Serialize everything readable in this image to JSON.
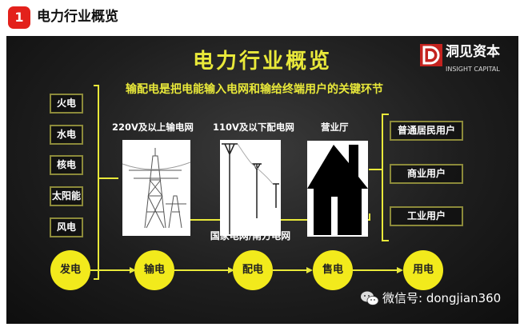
{
  "header": {
    "badge": "1",
    "title": "电力行业概览"
  },
  "slide": {
    "title": "电力行业概览",
    "subtitle": "输配电是把电能输入电网和输给终端用户的关键环节",
    "logo": {
      "name": "洞见资本",
      "english": "INSIGHT CAPITAL"
    },
    "sources": [
      "火电",
      "水电",
      "核电",
      "太阳能",
      "风电"
    ],
    "networks": [
      "220V及以上输电网",
      "110V及以下配电网",
      "营业厅"
    ],
    "grid_label": "国家电网/南方电网",
    "users": [
      "普通居民用户",
      "商业用户",
      "工业用户"
    ],
    "chain": [
      "发电",
      "输电",
      "配电",
      "售电",
      "用电"
    ],
    "watermark": "微信号: dongjian360",
    "colors": {
      "accent": "#f2ea1c",
      "brand": "#e3211b"
    }
  }
}
